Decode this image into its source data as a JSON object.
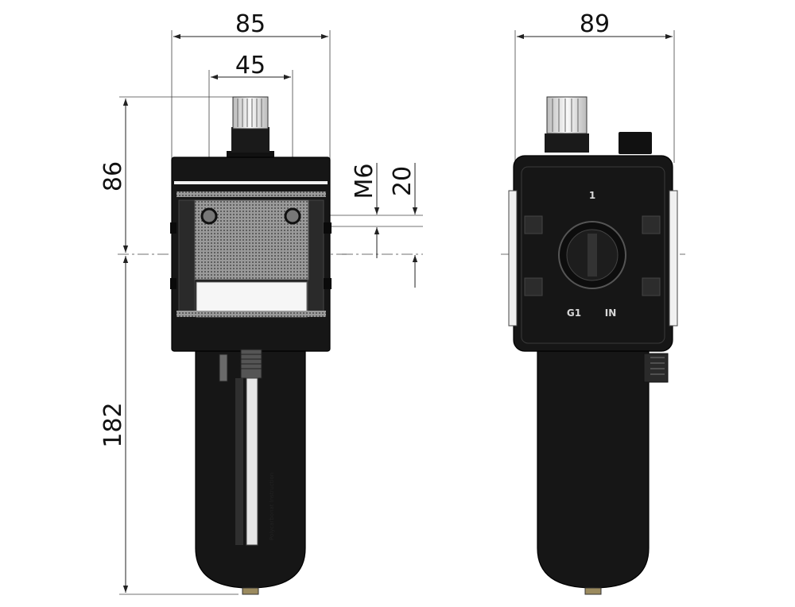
{
  "dimensions": {
    "front_width": "85",
    "port_spacing": "45",
    "top_height": "86",
    "bottom_height": "182",
    "thread": "M6",
    "thread_offset": "20",
    "side_width": "89"
  },
  "side_view_labels": {
    "flow_mark": "1",
    "port_size": "G1",
    "port_direction": "IN"
  },
  "bowl_text": "Polycarbonat Instruction"
}
